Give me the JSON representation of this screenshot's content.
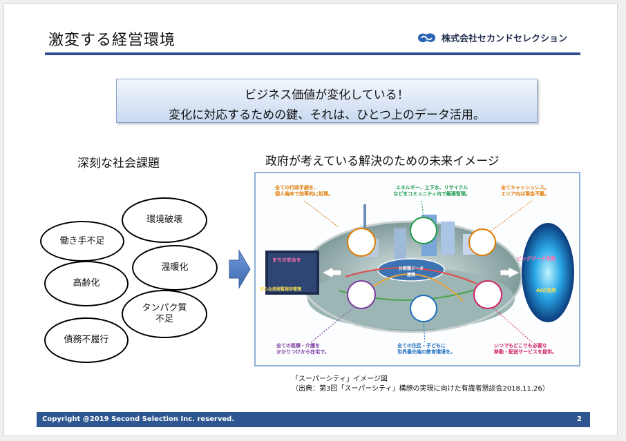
{
  "slide": {
    "title": "激変する経営環境",
    "logo_text": "株式会社セカンドセレクション",
    "callout": {
      "line1": "ビジネス価値が変化している！",
      "line2": "変化に対応するための鍵、それは、ひとつ上のデータ活用。"
    },
    "left_heading": "深刻な社会課題",
    "right_heading": "政府が考えている解決のための未来イメージ",
    "issues": [
      "働き手不足",
      "環境破壊",
      "温暖化",
      "高齢化",
      "タンパク質不足",
      "債務不履行"
    ],
    "image": {
      "labels": {
        "admin": "全ての行政手続を、\n個人端末で効率的に処理。",
        "energy": "エネルギー、上下水、リサイクル\nなどをコミュニティ内で最適管理。",
        "cashless": "全てキャッシュレス。\nエリア内は現金不要。",
        "medical": "全ての医療・介護を\nかかりつけから在宅で。",
        "education": "全ての住民・子どもに\n世界最先端の教育環境を。",
        "mobility": "いつでもどこでも必要な\n移動・配送サービスを提供。",
        "hub": "分野間データ連携",
        "left_sign": "まちの安全を",
        "left_sign2": "安心な技術監視中管理",
        "right_sign": "ビッグデータ収集",
        "right_sign2": "AIの活用"
      },
      "colors": {
        "orange": "#e07a00",
        "green": "#1a9a48",
        "purple": "#7d3aa0",
        "blue": "#1f6fbf",
        "pink": "#d0215f"
      }
    },
    "caption_line1": "「スーパーシティ」イメージ図",
    "caption_line2": "（出典：第3回「スーパーシティ」構想の実現に向けた有識者懇談会2018.11.26）",
    "footer_copyright": "Copyright @2019 Second Selection Inc. reserved.",
    "page_number": "2",
    "accent_color": "#2e5690"
  }
}
